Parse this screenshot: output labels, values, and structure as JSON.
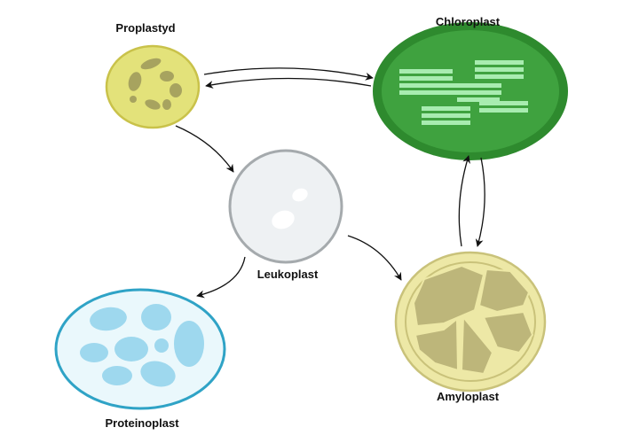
{
  "labels": {
    "proplastid": "Proplastyd",
    "chloroplast": "Chloroplast",
    "leukoplast": "Leukoplast",
    "amyloplast": "Amyloplast",
    "proteinoplast": "Proteinoplast"
  },
  "colors": {
    "proplastid_fill": "#e3e27a",
    "proplastid_stroke": "#c9c24a",
    "proplastid_inner": "#a7a35f",
    "chloroplast_outer": "#2e8a2e",
    "chloroplast_inner": "#3fa23f",
    "thylakoid": "#a8ecb0",
    "leukoplast_fill": "#eef1f3",
    "leukoplast_stroke": "#a5aaad",
    "amyloplast_fill": "#ede8a6",
    "amyloplast_stroke": "#c9c27a",
    "starch": "#bdb67a",
    "proteinoplast_fill": "#eaf8fc",
    "proteinoplast_stroke": "#2fa3c6",
    "protein_body": "#9ed8ee",
    "arrow": "#111111"
  },
  "icons": {
    "proplastid": "proplastid-organelle-icon",
    "chloroplast": "chloroplast-organelle-icon",
    "leukoplast": "leukoplast-organelle-icon",
    "amyloplast": "amyloplast-organelle-icon",
    "proteinoplast": "proteinoplast-organelle-icon"
  }
}
